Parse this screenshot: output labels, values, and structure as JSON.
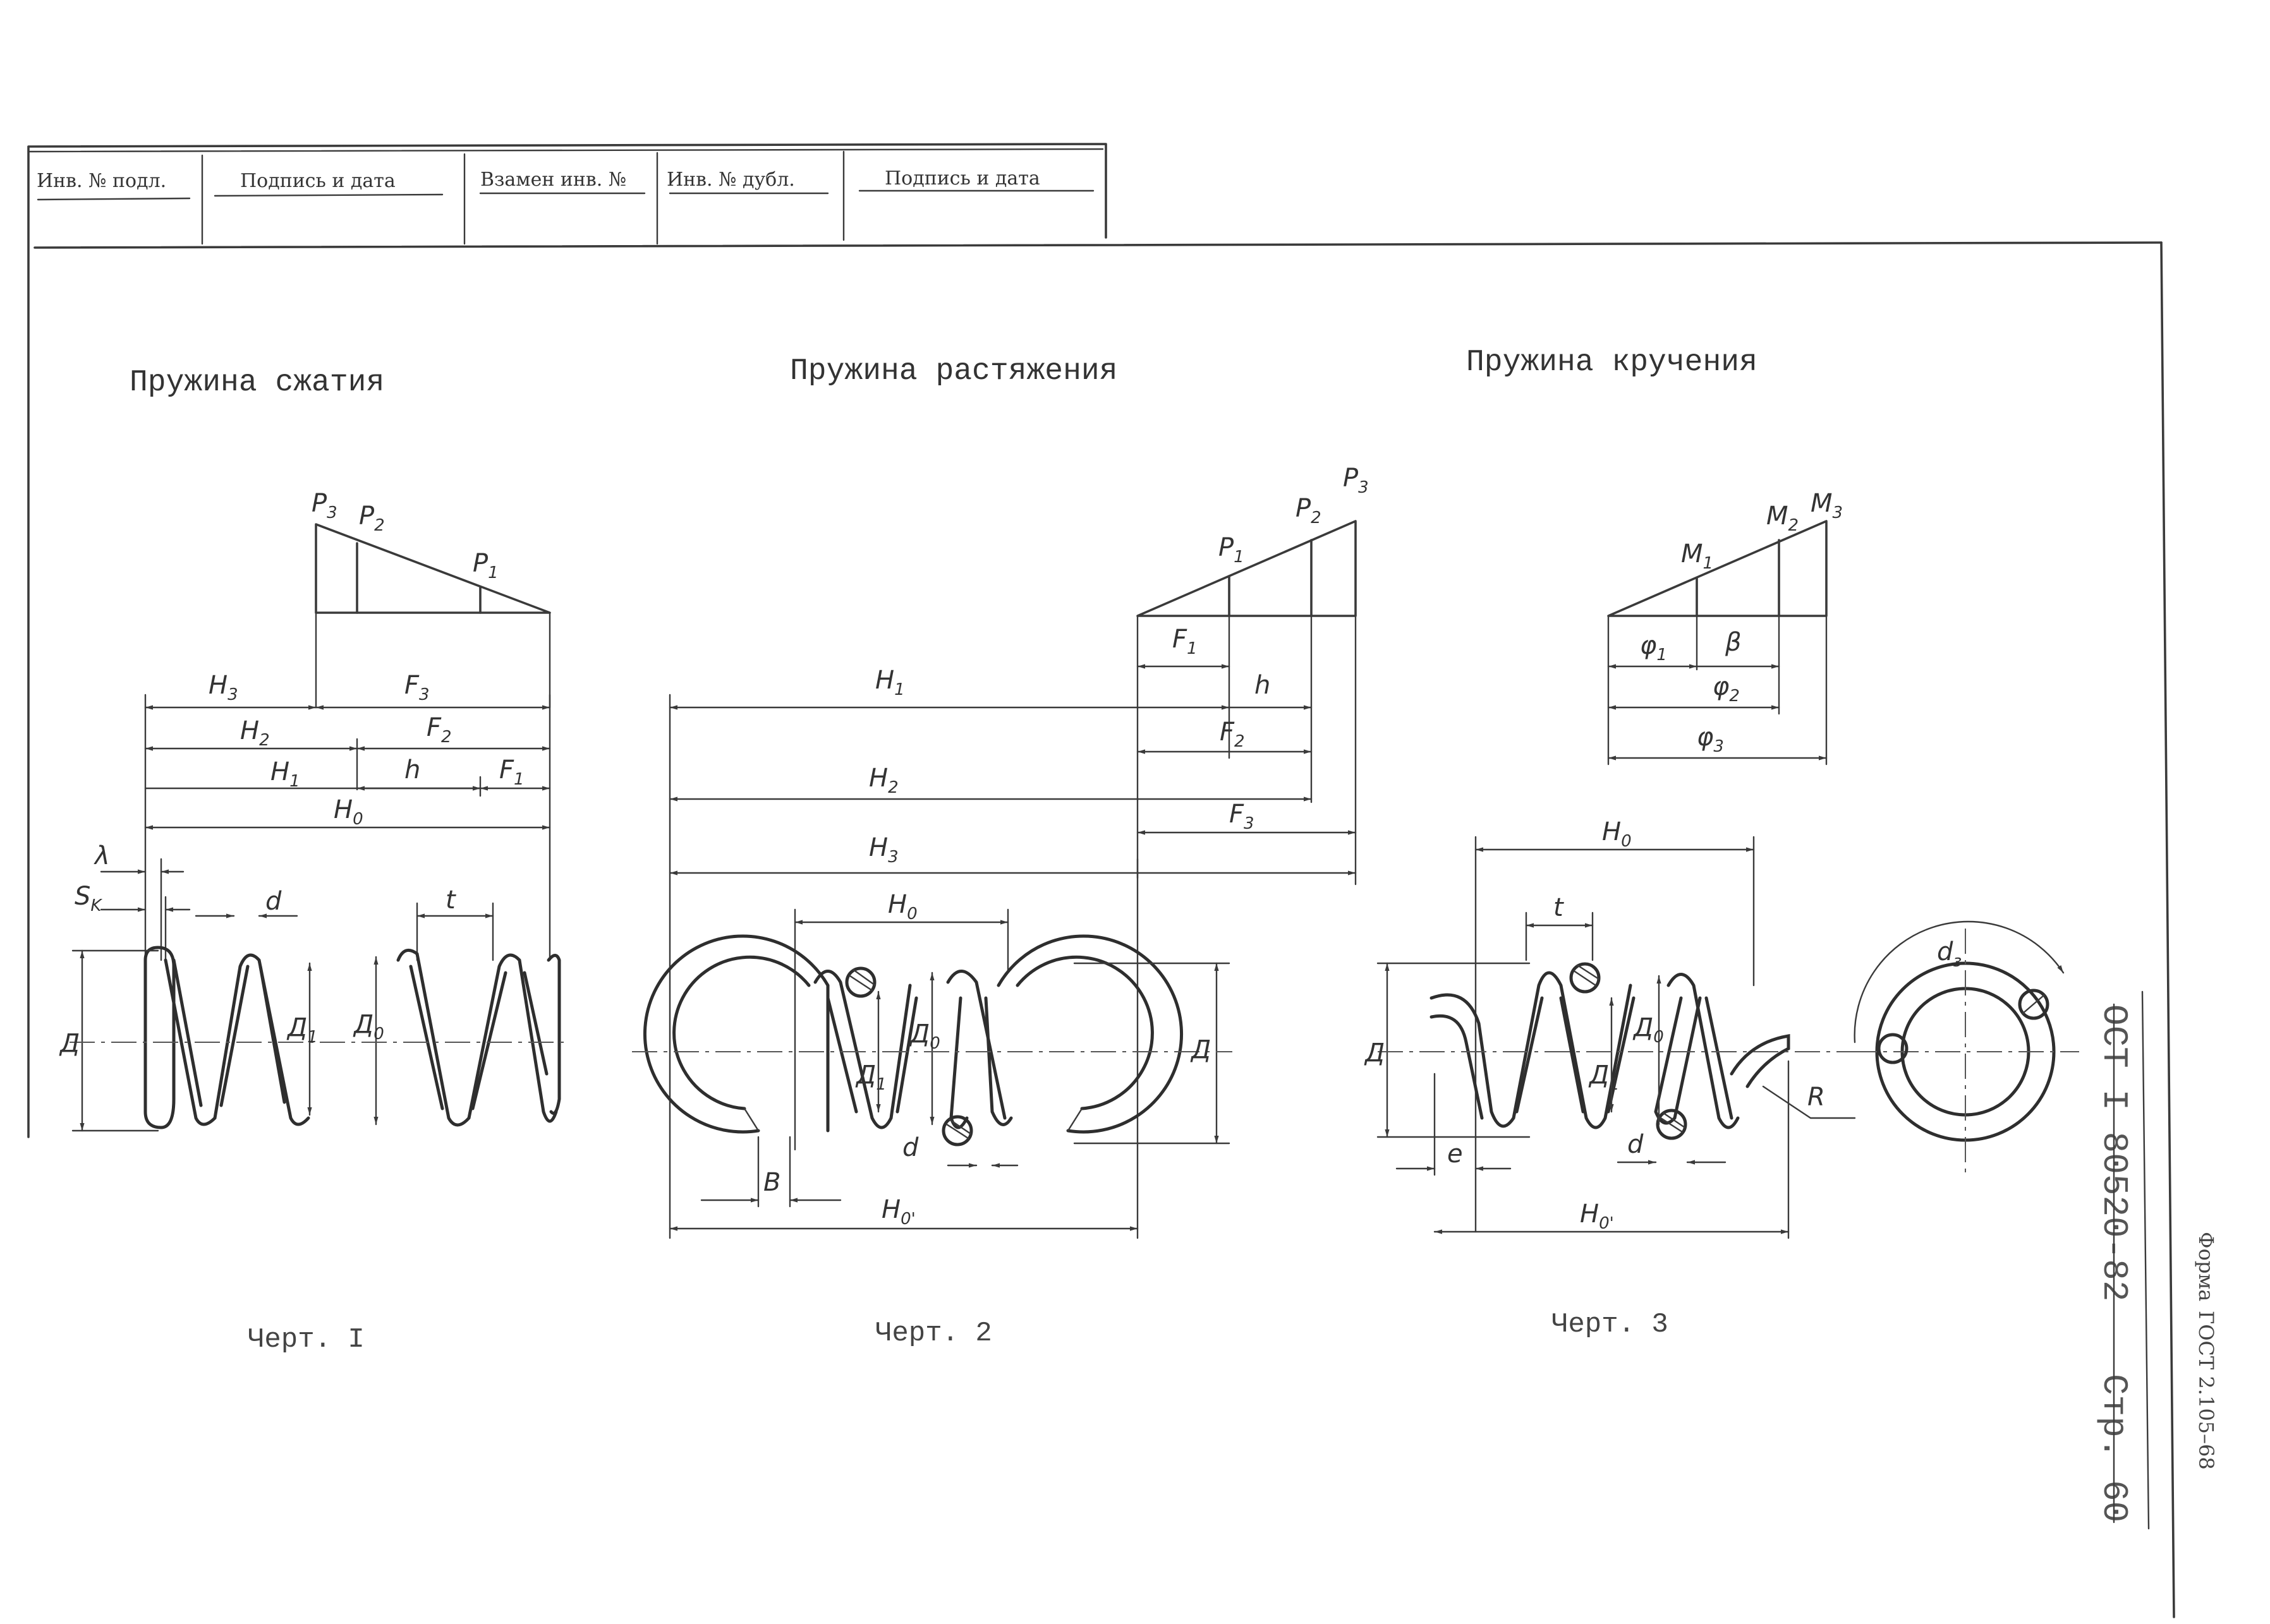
{
  "stamp": {
    "cells": [
      "Инв. № подл.",
      "Подпись и дата",
      "Взамен инв. №",
      "Инв. № дубл.",
      "Подпись и дата"
    ]
  },
  "drawings": [
    {
      "title": "Пружина сжатия",
      "caption": "Черт. I",
      "labels": {
        "P3": "P",
        "P2": "P",
        "P1": "P",
        "H3": "H",
        "H2": "H",
        "H1": "H",
        "H0": "H",
        "F3": "F",
        "F2": "F",
        "F1": "F",
        "h": "h",
        "lambda": "λ",
        "Sk": "S",
        "d": "d",
        "t": "t",
        "D": "Д",
        "D1": "Д",
        "D0": "Д"
      },
      "subs": {
        "P3": "3",
        "P2": "2",
        "P1": "1",
        "H3": "3",
        "H2": "2",
        "H1": "1",
        "H0": "0",
        "F3": "3",
        "F2": "2",
        "F1": "1",
        "Sk": "K",
        "D1": "1",
        "D0": "0"
      }
    },
    {
      "title": "Пружина растяжения",
      "caption": "Черт. 2",
      "labels": {
        "P1": "P",
        "P2": "P",
        "P3": "P",
        "H1": "H",
        "H2": "H",
        "H3": "H",
        "F1": "F",
        "F2": "F",
        "F3": "F",
        "h": "h",
        "H0": "H",
        "H0p": "H",
        "D": "Д",
        "D0": "Д",
        "D1": "Д",
        "d": "d",
        "B": "В"
      },
      "subs": {
        "P1": "1",
        "P2": "2",
        "P3": "3",
        "H1": "1",
        "H2": "2",
        "H3": "3",
        "F1": "1",
        "F2": "2",
        "F3": "3",
        "H0": "0",
        "H0p": "0'",
        "D0": "0",
        "D1": "1"
      }
    },
    {
      "title": "Пружина кручения",
      "caption": "Черт. 3",
      "labels": {
        "M1": "M",
        "M2": "M",
        "M3": "M",
        "phi1": "φ",
        "phi2": "φ",
        "phi3": "φ",
        "beta": "β",
        "H0": "H",
        "H0p": "H",
        "t": "t",
        "D": "Д",
        "D0": "Д",
        "D1": "Д",
        "d": "d",
        "e": "е",
        "R": "R",
        "d3": "d"
      },
      "subs": {
        "M1": "1",
        "M2": "2",
        "M3": "3",
        "phi1": "1",
        "phi2": "2",
        "phi3": "3",
        "H0": "0",
        "H0p": "0'",
        "D0": "0",
        "D1": "1",
        "d3": "з"
      }
    }
  ],
  "side": {
    "doc_number": "ОСТ I 80520-82",
    "page": "Стр. 60",
    "forma": "Форма",
    "gost": "ГОСТ 2.105–68"
  }
}
